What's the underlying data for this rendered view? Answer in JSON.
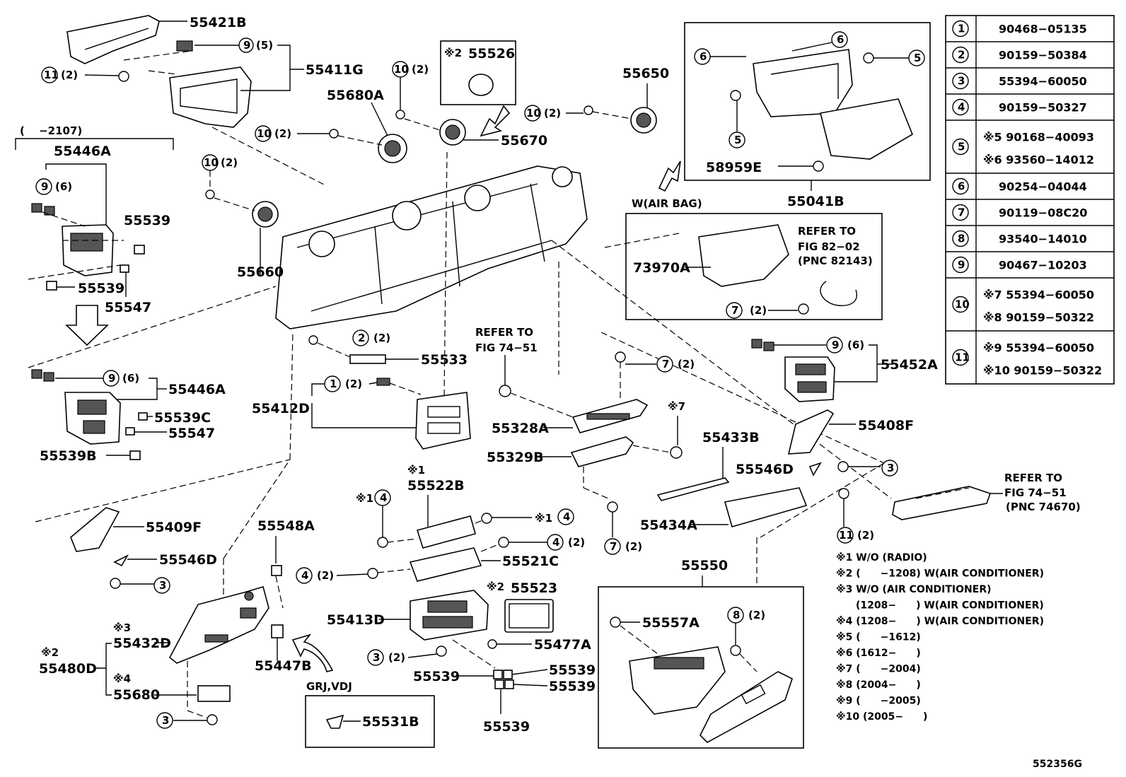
{
  "labels": {
    "p55421B": "55421B",
    "p55411G": "55411G",
    "p55446A_top": "55446A",
    "p55446A_mid": "55446A",
    "p55539_a": "55539",
    "p55539_b": "55539",
    "p55547_a": "55547",
    "p55547_b": "55547",
    "p55539C": "55539C",
    "p55539B": "55539B",
    "p55680A": "55680A",
    "p55670": "55670",
    "p55650": "55650",
    "p55660": "55660",
    "p55526": "55526",
    "p55533": "55533",
    "p55412D": "55412D",
    "p55328A": "55328A",
    "p55329B": "55329B",
    "p55433B": "55433B",
    "p55452A": "55452A",
    "p55408F": "55408F",
    "p55546D_r": "55546D",
    "p55434A": "55434A",
    "p55409F": "55409F",
    "p55546D_l": "55546D",
    "p55548A": "55548A",
    "p55522B": "55522B",
    "p55521C": "55521C",
    "p55523": "55523",
    "p55413D": "55413D",
    "p55477A": "55477A",
    "p55539_c": "55539",
    "p55539_d": "55539",
    "p55539_e": "55539",
    "p55539_f": "55539",
    "p55432D": "55432D",
    "p55480D": "55480D",
    "p55680": "55680",
    "p55447B": "55447B",
    "p55531B": "55531B",
    "p55550": "55550",
    "p55557A": "55557A",
    "p58959E": "58959E",
    "p55041B": "55041B",
    "p73970A": "73970A",
    "range_2107": "(　 −2107)",
    "refer_a1": "REFER TO",
    "refer_a2": "FIG 82−02",
    "refer_a3": "(PNC 82143)",
    "refer_b1": "REFER TO",
    "refer_b2": "FIG 74−51",
    "refer_c1": "REFER TO",
    "refer_c2": "FIG 74−51",
    "refer_c3": "(PNC 74670)",
    "w_airbag": "W(AIR BAG)",
    "grj_vdj": "GRJ,VDJ",
    "x1": "※1",
    "x2": "※2",
    "x3": "※3",
    "x4": "※4",
    "x7": "※7",
    "q2": "(2)",
    "q5": "(5)",
    "q6": "(6)",
    "diagram_code": "552356G"
  },
  "parts_table": [
    {
      "ref": "1",
      "part": "90468−05135"
    },
    {
      "ref": "2",
      "part": "90159−50384"
    },
    {
      "ref": "3",
      "part": "55394−60050"
    },
    {
      "ref": "4",
      "part": "90159−50327"
    },
    {
      "ref": "5",
      "part": "※5 90168−40093",
      "part2": "※6 93560−14012"
    },
    {
      "ref": "6",
      "part": "90254−04044"
    },
    {
      "ref": "7",
      "part": "90119−08C20"
    },
    {
      "ref": "8",
      "part": "93540−14010"
    },
    {
      "ref": "9",
      "part": "90467−10203"
    },
    {
      "ref": "10",
      "part": "※7 55394−60050",
      "part2": "※8 90159−50322"
    },
    {
      "ref": "11",
      "part": "※9 55394−60050",
      "part2": "※10 90159−50322"
    }
  ],
  "notes": [
    "※1  W/O (RADIO)",
    "※2  (　　−1208) W(AIR CONDITIONER)",
    "※3  W/O (AIR CONDITIONER)",
    "　　(1208−　　) W(AIR CONDITIONER)",
    "※4  (1208−　　) W(AIR CONDITIONER)",
    "※5  (　　−1612)",
    "※6  (1612−　　)",
    "※7  (　　−2004)",
    "※8  (2004−　　)",
    "※9  (　　−2005)",
    "※10 (2005−　　)"
  ]
}
